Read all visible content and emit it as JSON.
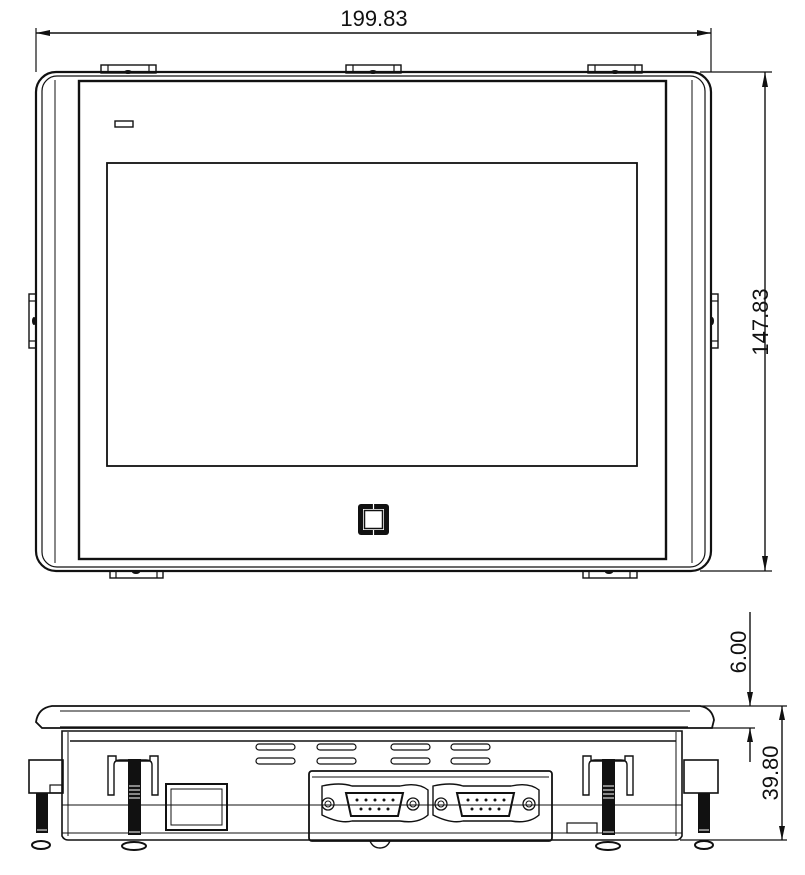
{
  "drawing": {
    "subject": "HMI panel outline dimensions",
    "views": [
      "front-view",
      "bottom-side-view"
    ]
  },
  "dimensions": {
    "overall_width": "199.83",
    "overall_height": "147.83",
    "bezel_depth": "6.00",
    "overall_depth": "39.80"
  },
  "components": {
    "front": [
      "status-led",
      "display-screen",
      "home-button",
      "mounting-clips-top",
      "mounting-clips-bottom",
      "mounting-clips-sides"
    ],
    "side": [
      "front-bezel-flange",
      "ventilation-slots",
      "ethernet-port",
      "serial-port-db9-1",
      "serial-port-db9-2",
      "mounting-screws"
    ]
  },
  "colors": {
    "line": "#111111",
    "background": "#ffffff"
  }
}
